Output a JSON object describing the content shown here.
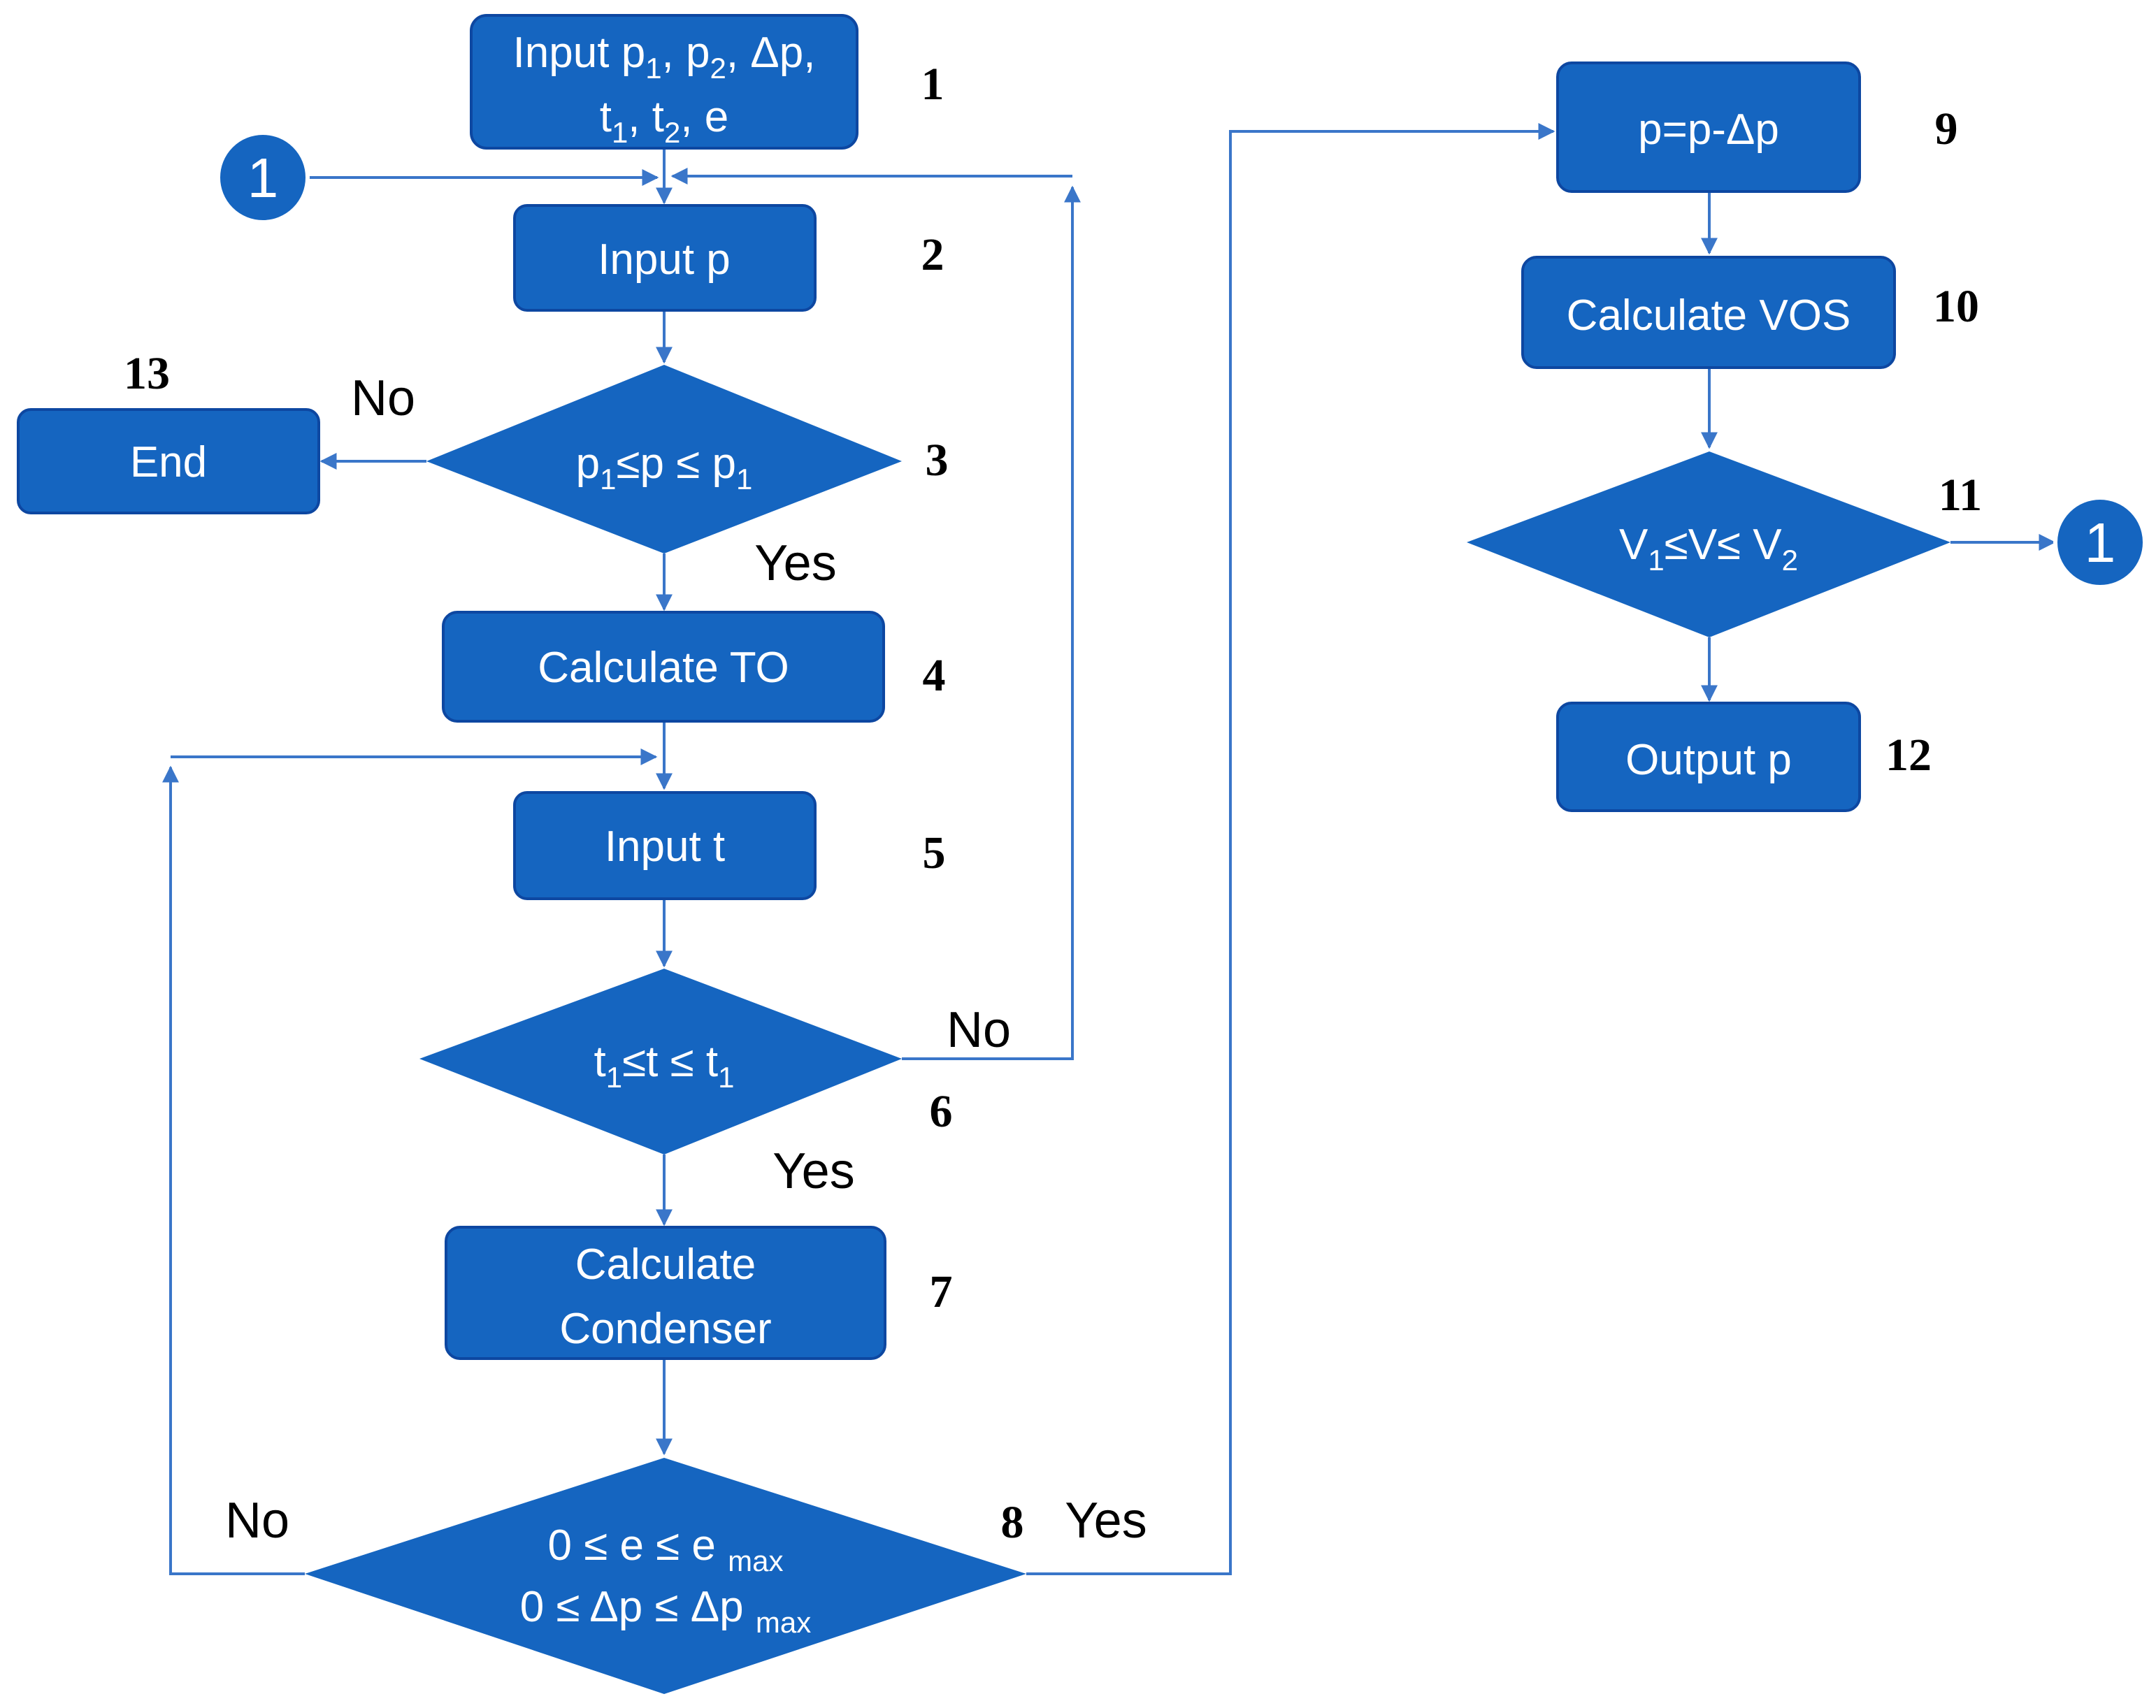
{
  "colors": {
    "fill": "#1565c0",
    "line": "#3a76c9",
    "text": "#ffffff"
  },
  "nodes": {
    "n1": {
      "line1": "Input p",
      "s1": "1",
      "c1": ", p",
      "s2": "2",
      "c2": ", Δp,",
      "line2a": "t",
      "s3": "1",
      "c3": ", t",
      "s4": "2",
      "c4": ", e",
      "step": "1"
    },
    "n2": {
      "label": "Input p",
      "step": "2"
    },
    "n3": {
      "a": "p",
      "s1": "1",
      "b": "≤p ≤ p",
      "s2": "1",
      "step": "3"
    },
    "n4": {
      "label": "Calculate TO",
      "step": "4"
    },
    "n5": {
      "label": "Input t",
      "step": "5"
    },
    "n6": {
      "a": "t",
      "s1": "1",
      "b": "≤t ≤ t",
      "s2": "1",
      "step": "6"
    },
    "n7": {
      "line1": "Calculate",
      "line2": "Condenser",
      "step": "7"
    },
    "n8": {
      "l1a": "0 ≤ e ≤ e ",
      "l1s": "max",
      "l2a": "0 ≤ Δp ≤ Δp ",
      "l2s": "max",
      "step": "8"
    },
    "n9": {
      "label": "p=p-Δp",
      "step": "9"
    },
    "n10": {
      "label": "Calculate VOS",
      "step": "10"
    },
    "n11": {
      "a": "V",
      "s1": "1",
      "b": "≤V≤ V",
      "s2": "2",
      "step": "11"
    },
    "n12": {
      "label": "Output p",
      "step": "12"
    },
    "n13": {
      "label": "End",
      "step": "13"
    }
  },
  "connectors": {
    "left": "1",
    "right": "1"
  },
  "edges": {
    "n3_no": "No",
    "n3_yes": "Yes",
    "n6_no": "No",
    "n6_yes": "Yes",
    "n8_no": "No",
    "n8_yes": "Yes"
  }
}
